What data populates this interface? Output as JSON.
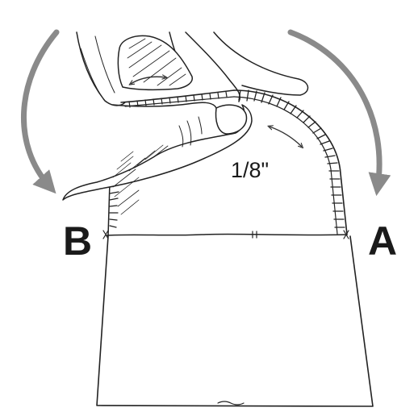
{
  "diagram": {
    "labels": {
      "point_a": "A",
      "point_b": "B",
      "measurement": "1/8\""
    },
    "colors": {
      "ink": "#222222",
      "arrow": "#8a8a8a",
      "background": "#ffffff"
    },
    "icons": {
      "left_arrow": "curved-arrow-down-left",
      "right_arrow": "curved-arrow-down-right",
      "double_arrows": "double-headed-arrow"
    }
  }
}
